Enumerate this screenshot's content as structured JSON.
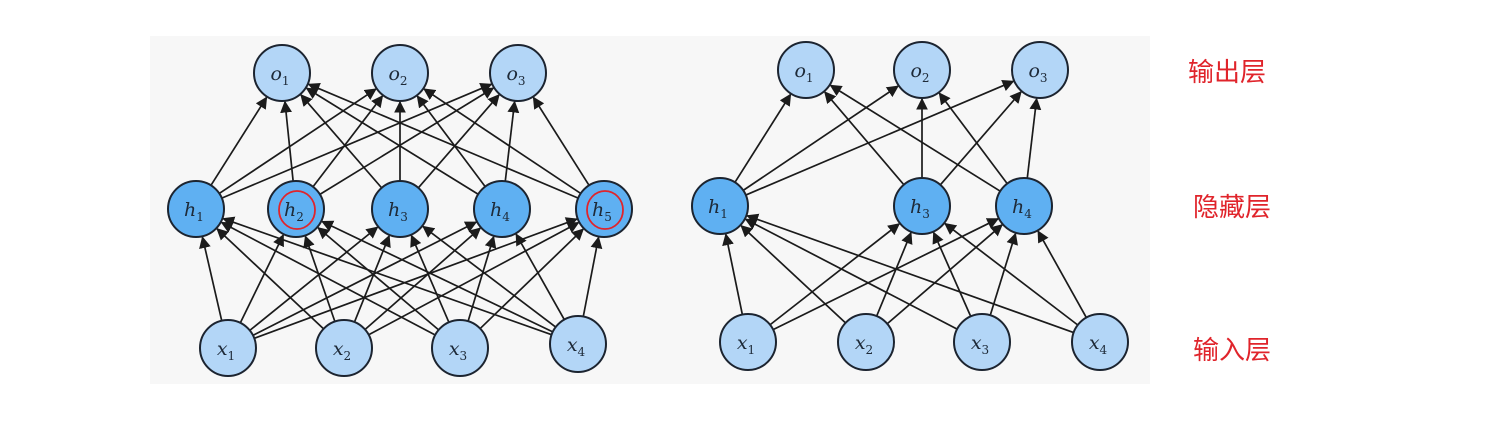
{
  "colors": {
    "input_fill": "#b3d6f7",
    "hidden_fill": "#5fb0f2",
    "output_fill": "#b3d6f7",
    "node_stroke": "#1c2430",
    "edge": "#1b1b1b",
    "dropout_marker": "#e0242b",
    "layer_label": "#e0242b",
    "panel_bg": "#f7f7f7"
  },
  "layer_labels": {
    "output": "输出层",
    "hidden": "隐藏层",
    "input": "输入层"
  },
  "networks": [
    {
      "name": "full-network",
      "inputs": [
        {
          "base": "x",
          "sub": "1"
        },
        {
          "base": "x",
          "sub": "2"
        },
        {
          "base": "x",
          "sub": "3"
        },
        {
          "base": "x",
          "sub": "4"
        }
      ],
      "hidden": [
        {
          "base": "h",
          "sub": "1",
          "dropped": false
        },
        {
          "base": "h",
          "sub": "2",
          "dropped": true
        },
        {
          "base": "h",
          "sub": "3",
          "dropped": false
        },
        {
          "base": "h",
          "sub": "4",
          "dropped": false
        },
        {
          "base": "h",
          "sub": "5",
          "dropped": true
        }
      ],
      "outputs": [
        {
          "base": "o",
          "sub": "1"
        },
        {
          "base": "o",
          "sub": "2"
        },
        {
          "base": "o",
          "sub": "3"
        }
      ]
    },
    {
      "name": "dropout-network",
      "inputs": [
        {
          "base": "x",
          "sub": "1"
        },
        {
          "base": "x",
          "sub": "2"
        },
        {
          "base": "x",
          "sub": "3"
        },
        {
          "base": "x",
          "sub": "4"
        }
      ],
      "hidden": [
        {
          "base": "h",
          "sub": "1",
          "dropped": false
        },
        {
          "base": "h",
          "sub": "3",
          "dropped": false
        },
        {
          "base": "h",
          "sub": "4",
          "dropped": false
        }
      ],
      "outputs": [
        {
          "base": "o",
          "sub": "1"
        },
        {
          "base": "o",
          "sub": "2"
        },
        {
          "base": "o",
          "sub": "3"
        }
      ]
    }
  ]
}
